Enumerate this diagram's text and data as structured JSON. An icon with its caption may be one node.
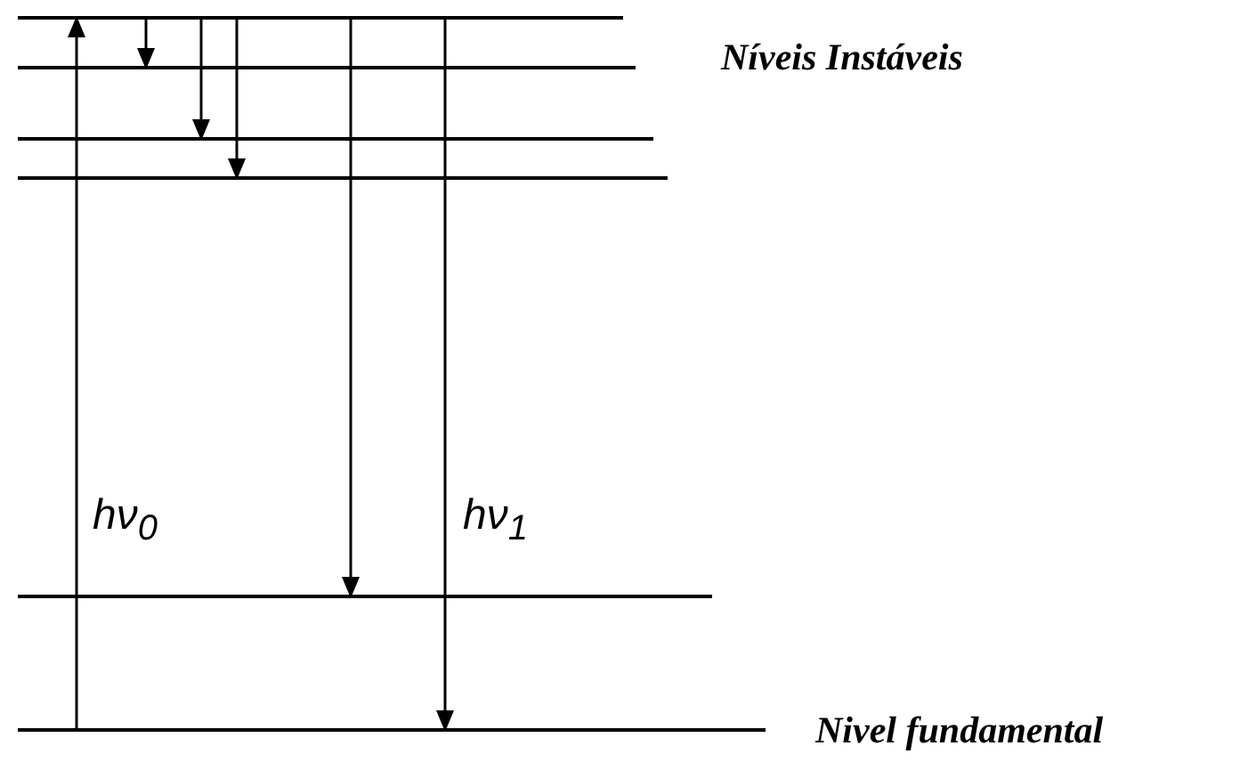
{
  "diagram": {
    "nodes": [
      {
        "text": [],
        "shape": "bar"
      },
      {
        "text": [],
        "shape": "bar"
      },
      {
        "text": [],
        "shape": "bar"
      },
      {
        "text": [],
        "shape": "bar"
      },
      {
        "text": [],
        "shape": "bar"
      },
      {
        "text": [],
        "shape": "bar",
        "beside": [
          "Nivel fundamental"
        ]
      }
    ],
    "edges": [
      {
        "from": 5,
        "to": 0,
        "arrow": "to",
        "label": "hν$_{0}$"
      },
      {
        "from": 0,
        "to": 1,
        "arrow": "to"
      },
      {
        "from": 0,
        "to": 2,
        "arrow": "to"
      },
      {
        "from": 0,
        "to": 3,
        "arrow": "to"
      },
      {
        "from": 0,
        "to": 4,
        "arrow": "to"
      },
      {
        "from": 0,
        "to": 5,
        "arrow": "to",
        "label": "hν$_{1}$"
      }
    ],
    "labels": [
      "Níveis Instáveis"
    ]
  }
}
